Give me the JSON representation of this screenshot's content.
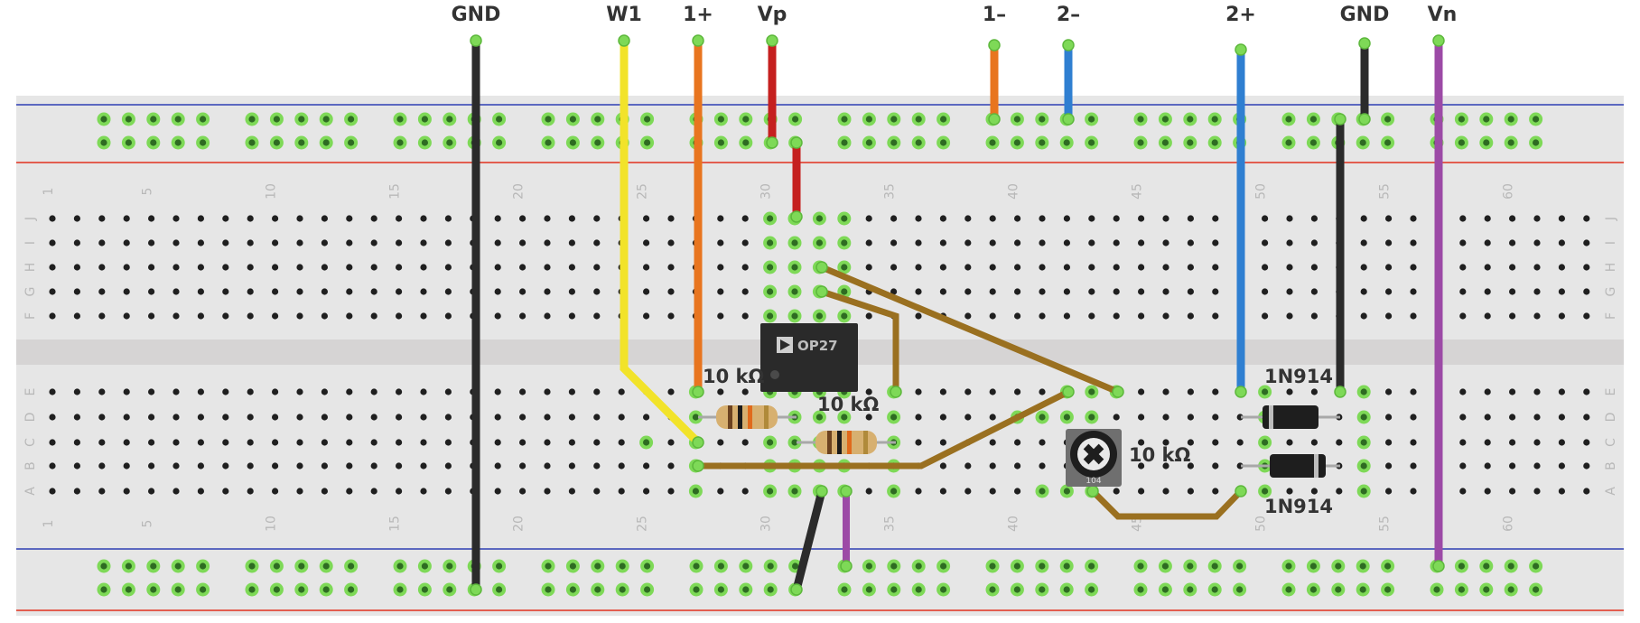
{
  "wire_labels": [
    {
      "name": "gnd-left",
      "text": "GND"
    },
    {
      "name": "w1",
      "text": "W1"
    },
    {
      "name": "one-plus",
      "text": "1+"
    },
    {
      "name": "vp",
      "text": "Vp"
    },
    {
      "name": "one-minus",
      "text": "1–"
    },
    {
      "name": "two-minus",
      "text": "2–"
    },
    {
      "name": "two-plus",
      "text": "2+"
    },
    {
      "name": "gnd-right",
      "text": "GND"
    },
    {
      "name": "vn",
      "text": "Vn"
    }
  ],
  "column_numbers": [
    "1",
    "5",
    "10",
    "15",
    "20",
    "25",
    "30",
    "35",
    "40",
    "45",
    "50",
    "55",
    "60"
  ],
  "row_letters": {
    "top": [
      "J",
      "I",
      "H",
      "G",
      "F"
    ],
    "bottom": [
      "E",
      "D",
      "C",
      "B",
      "A"
    ]
  },
  "components": {
    "opamp": {
      "part": "OP27"
    },
    "resistor_1": {
      "value": "10 kΩ"
    },
    "resistor_2": {
      "value": "10 kΩ"
    },
    "potentiometer": {
      "value": "10 kΩ",
      "marking": "104"
    },
    "diode_1": {
      "part": "1N914"
    },
    "diode_2": {
      "part": "1N914"
    }
  },
  "colors": {
    "board": "#e6e6e6",
    "rail_blue": "#2f3fb3",
    "rail_red": "#e0301e",
    "hole": "#1f1f1f",
    "hole_active": "#7ed957",
    "wire_black": "#2b2b2b",
    "wire_yellow": "#f2e32a",
    "wire_orange": "#e8751f",
    "wire_red": "#c5201f",
    "wire_blue": "#2f7fd1",
    "wire_purple": "#9c4aa6",
    "wire_brown": "#9a7020",
    "chip": "#2a2a2a"
  }
}
